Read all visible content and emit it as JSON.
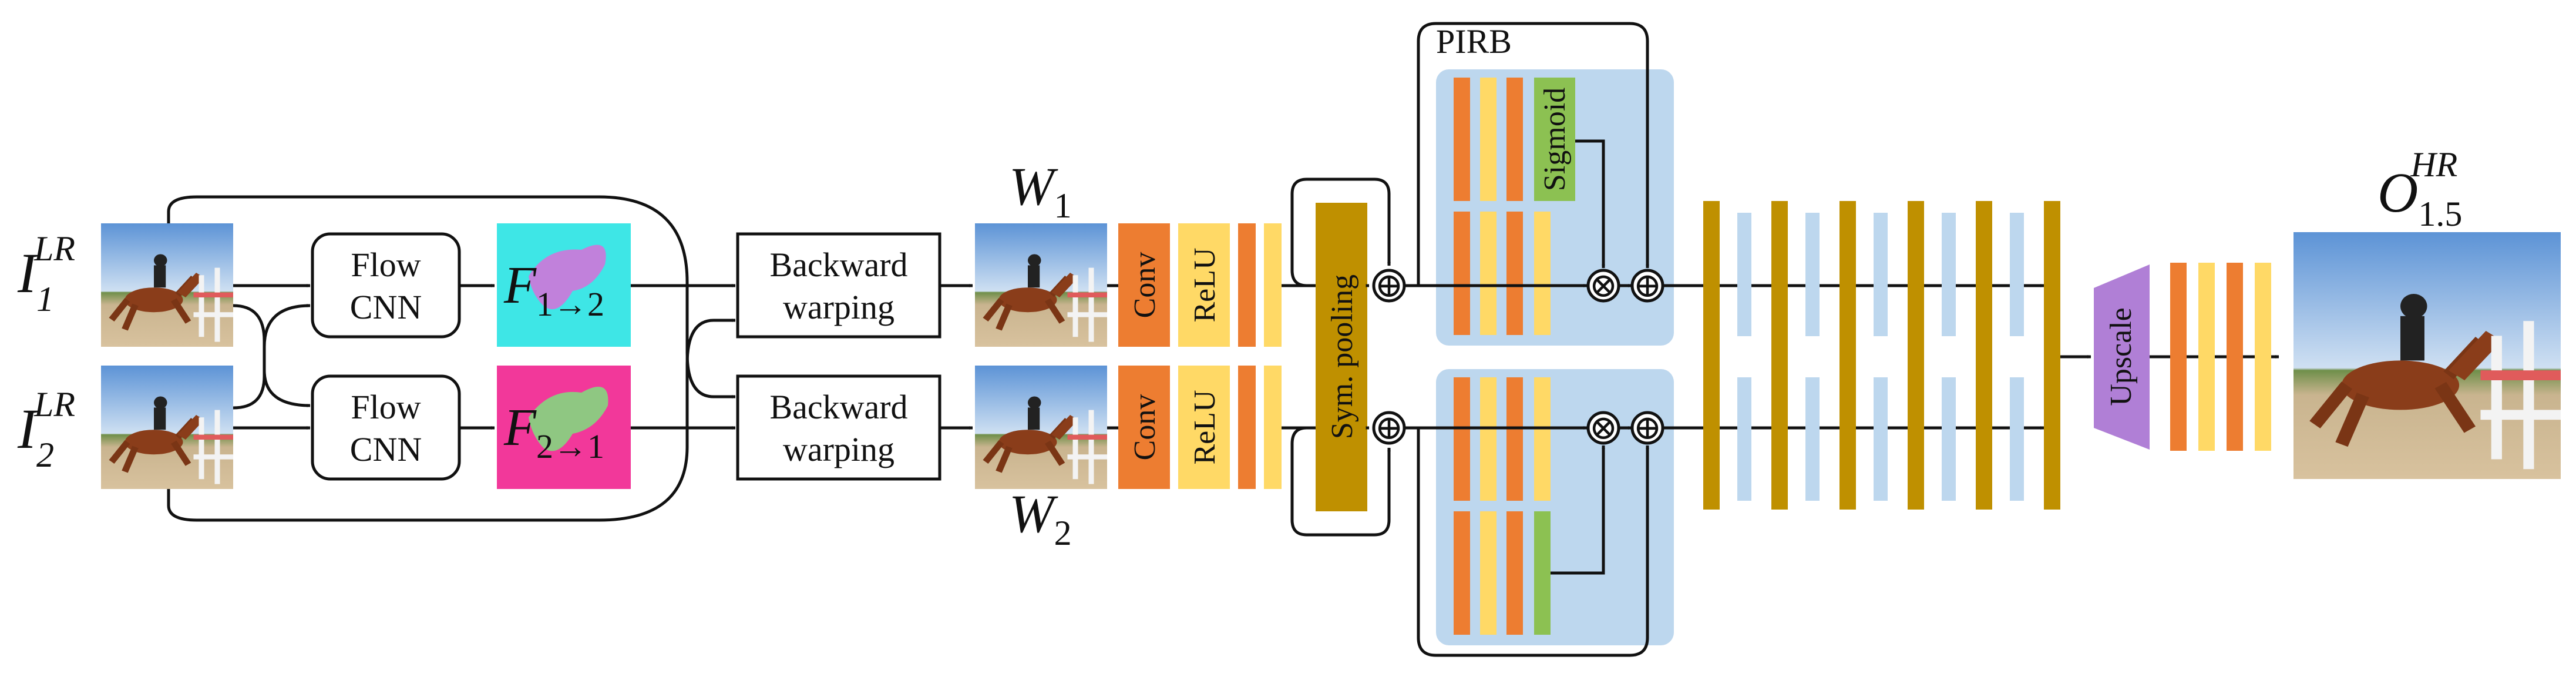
{
  "inputs": {
    "i1": {
      "base": "I",
      "sub": "1",
      "sup": "LR"
    },
    "i2": {
      "base": "I",
      "sub": "2",
      "sup": "LR"
    }
  },
  "flow_cnn": {
    "line1": "Flow",
    "line2": "CNN"
  },
  "flows": {
    "f12": {
      "base": "F",
      "sub": "1→2"
    },
    "f21": {
      "base": "F",
      "sub": "2→1"
    }
  },
  "backward_warping": {
    "line1": "Backward",
    "line2": "warping"
  },
  "warped": {
    "w1": {
      "base": "W",
      "sub": "1"
    },
    "w2": {
      "base": "W",
      "sub": "2"
    }
  },
  "conv_label": "Conv",
  "relu_label": "ReLU",
  "sym_pooling_label": "Sym. pooling",
  "pirb_label": "PIRB",
  "sigmoid_label": "Sigmoid",
  "upscale_label": "Upscale",
  "output": {
    "base": "O",
    "sub": "1.5",
    "sup": "HR"
  },
  "operators": {
    "add": "⊕",
    "multiply": "⊗"
  },
  "colors": {
    "conv": "#ED7D31",
    "relu": "#FFD966",
    "sym_pooling": "#BF9000",
    "sigmoid": "#8CC152",
    "pirb_bg": "#BDD7EE",
    "thin_block": "#BDD7EE",
    "upscale": "#B07FD6",
    "flow_f12_bg": "#3EE6E6",
    "flow_f21_bg": "#F2389A"
  }
}
